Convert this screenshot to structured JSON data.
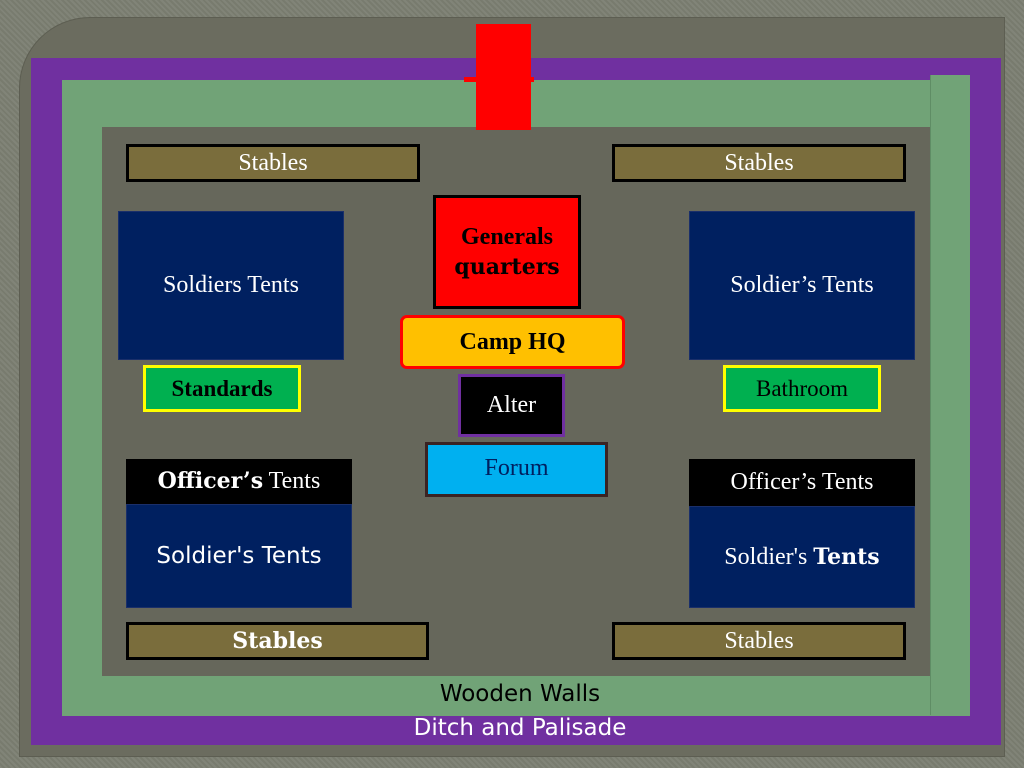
{
  "diagram": {
    "stables_top_left": "Stables",
    "stables_top_right": "Stables",
    "stables_bottom_left": "Stables",
    "stables_bottom_right": "Stables",
    "soldiers_tents_top_left": "Soldiers Tents",
    "soldiers_tents_top_right": "Soldier’s Tents",
    "generals_quarters_line1": "Generals",
    "generals_quarters_line2": "quarters",
    "camp_hq": "Camp HQ",
    "standards": "Standards",
    "bathroom": "Bathroom",
    "alter": "Alter",
    "forum": "Forum",
    "officers_tents_left": {
      "bold": "Officer’s",
      "rest": " Tents"
    },
    "officers_tents_right": "Officer’s Tents",
    "soldiers_tents_bottom_left": "Soldier's Tents",
    "soldiers_tents_bottom_right": {
      "plain": "Soldier's ",
      "bold": "Tents"
    },
    "wooden_walls": "Wooden Walls",
    "ditch_and_palisade": "Ditch and Palisade"
  },
  "colors": {
    "ditch": "#7030a0",
    "wall": "#71a377",
    "ground": "#66675b",
    "gate": "#ff0000",
    "stables": "#7a6d3c",
    "tents": "#002060",
    "camp_hq": "#ffc000",
    "standards": "#00b050",
    "forum": "#00b0f0"
  }
}
